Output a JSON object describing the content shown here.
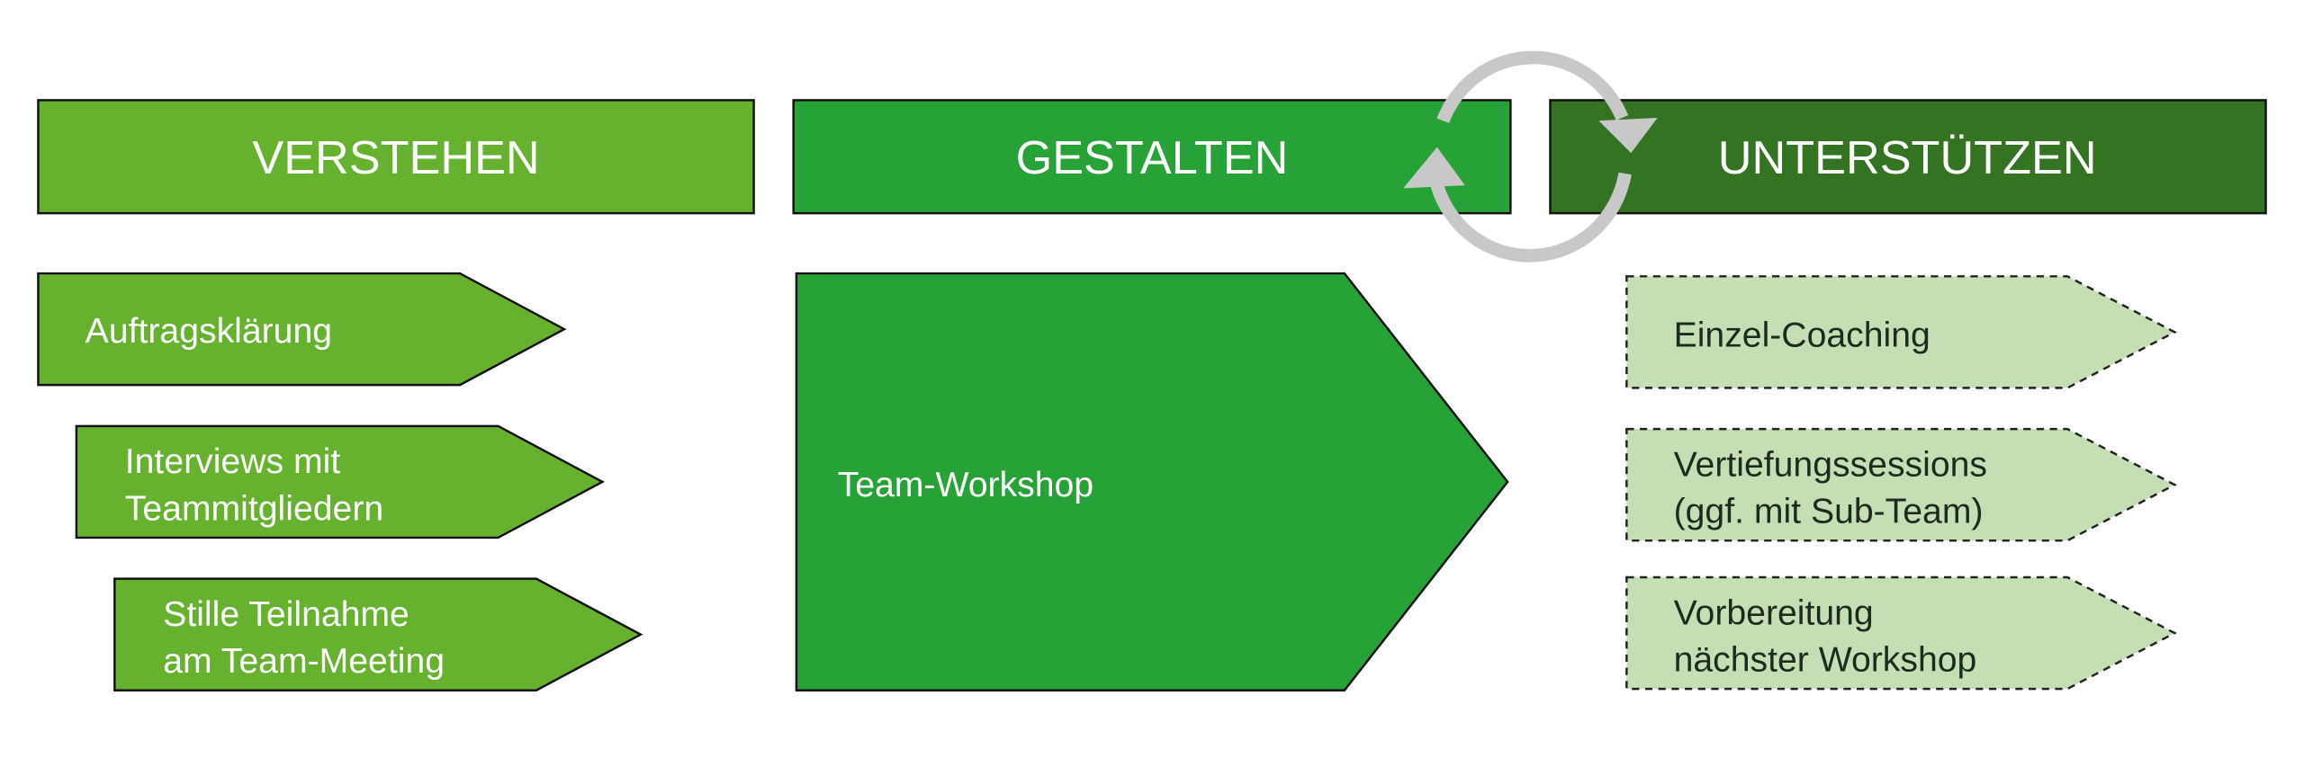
{
  "phases": [
    {
      "label": "VERSTEHEN",
      "color": "#66b22f"
    },
    {
      "label": "GESTALTEN",
      "color": "#27a236"
    },
    {
      "label": "UNTERSTÜTZEN",
      "color": "#337321"
    }
  ],
  "verstehen_items": [
    {
      "lines": [
        "Auftragsklärung"
      ]
    },
    {
      "lines": [
        "Interviews mit",
        "Teammitgliedern"
      ]
    },
    {
      "lines": [
        "Stille Teilnahme",
        "am Team-Meeting"
      ]
    }
  ],
  "gestalten_items": [
    {
      "lines": [
        "Team-Workshop"
      ]
    }
  ],
  "unterstuetzen_items": [
    {
      "lines": [
        "Einzel-Coaching"
      ]
    },
    {
      "lines": [
        "Vertiefungssessions",
        "(ggf. mit Sub-Team)"
      ]
    },
    {
      "lines": [
        "Vorbereitung",
        "nächster Workshop"
      ]
    }
  ],
  "cycle_icon": "circular-arrows-icon",
  "colors": {
    "light_green": "#c5dfb4",
    "cycle_gray": "#c8c8c8"
  }
}
